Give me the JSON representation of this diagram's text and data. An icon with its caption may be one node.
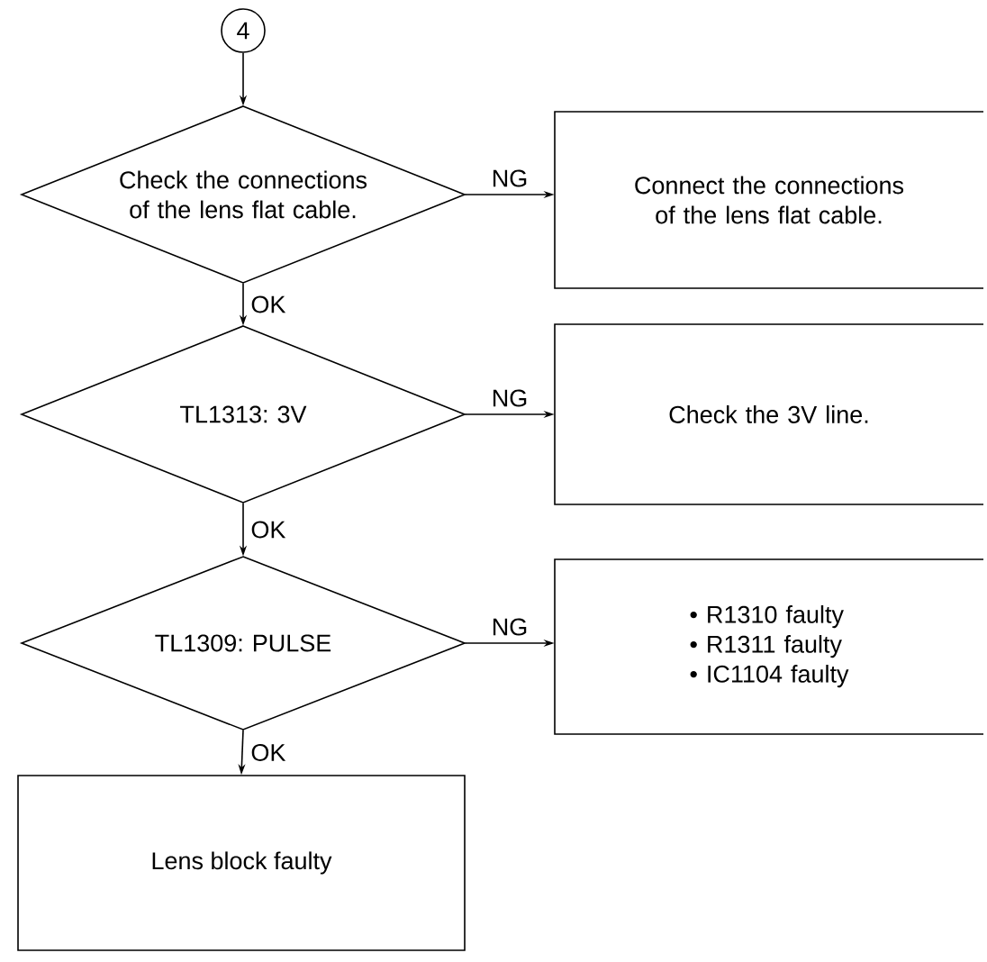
{
  "diagram": {
    "nodes": [
      {
        "text": [
          "4"
        ]
      },
      {
        "text": [
          "Check the connections of the lens flat cable."
        ]
      },
      {
        "text": [
          "Connect the connections of the lens flat cable."
        ]
      },
      {
        "text": [
          "TL1313: 3V"
        ]
      },
      {
        "text": [
          "Check the 3V line."
        ]
      },
      {
        "text": [
          "TL1309: PULSE"
        ]
      },
      {
        "text": [
          "• R1310 faulty",
          "• R1311 faulty",
          "• IC1104 faulty"
        ]
      },
      {
        "text": [
          "Lens block faulty"
        ]
      }
    ],
    "edges": [
      {
        "from": 0,
        "to": 1,
        "arrow": "to"
      },
      {
        "from": 1,
        "to": 2,
        "arrow": "to",
        "label": "NG"
      },
      {
        "from": 1,
        "to": 3,
        "arrow": "to",
        "label": "OK"
      },
      {
        "from": 3,
        "to": 4,
        "arrow": "to",
        "label": "NG"
      },
      {
        "from": 3,
        "to": 5,
        "arrow": "to",
        "label": "OK"
      },
      {
        "from": 5,
        "to": 6,
        "arrow": "to",
        "label": "NG"
      },
      {
        "from": 5,
        "to": 7,
        "arrow": "to",
        "label": "OK"
      }
    ]
  }
}
